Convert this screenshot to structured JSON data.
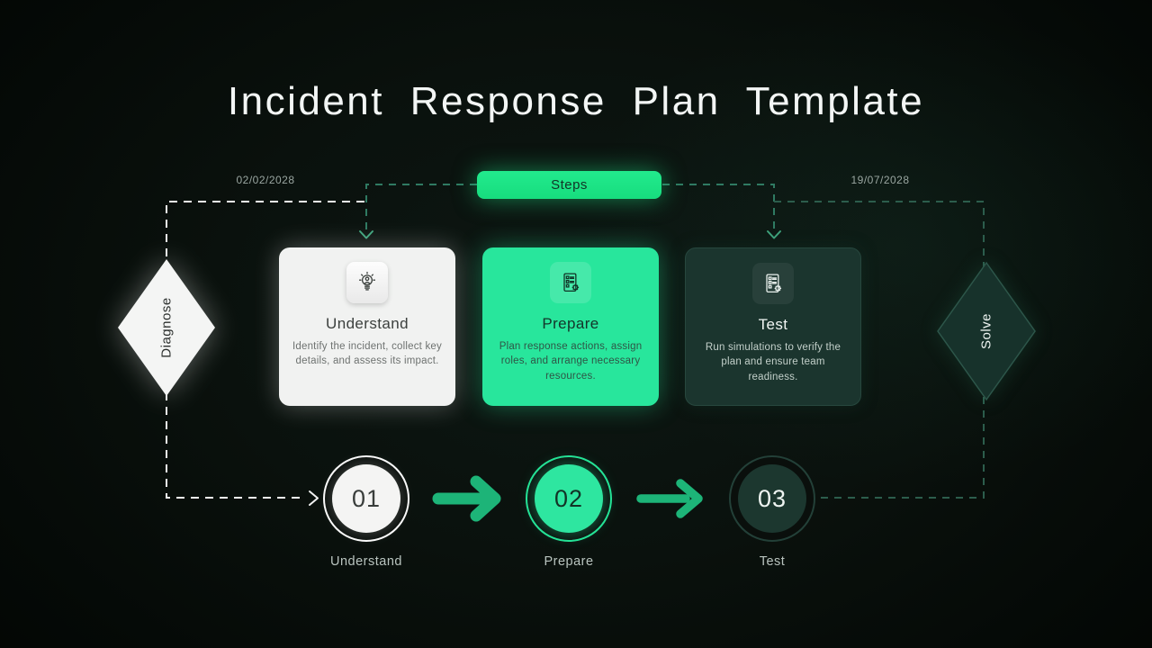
{
  "slide": {
    "title": "Incident Response Plan Template",
    "steps_badge": "Steps",
    "date_left": "02/02/2028",
    "date_right": "19/07/2028",
    "diamond_left": "Diagnose",
    "diamond_right": "Solve"
  },
  "cards": [
    {
      "title": "Understand",
      "description": "Identify the incident, collect key details, and assess its impact.",
      "icon": "idea-lightbulb-icon",
      "variant": "white"
    },
    {
      "title": "Prepare",
      "description": "Plan response actions, assign roles, and arrange necessary resources.",
      "icon": "checklist-gear-icon",
      "variant": "green"
    },
    {
      "title": "Test",
      "description": "Run simulations to verify the plan and ensure team readiness.",
      "icon": "checklist-gear-icon",
      "variant": "dark"
    }
  ],
  "timeline": [
    {
      "number": "01",
      "label": "Understand",
      "variant": "white"
    },
    {
      "number": "02",
      "label": "Prepare",
      "variant": "green"
    },
    {
      "number": "03",
      "label": "Test",
      "variant": "dark"
    }
  ],
  "colors": {
    "accent_green": "#1de786",
    "mint_green": "#2ee6a0",
    "arrow_green": "#1db478",
    "dashed_green": "#2f7a62",
    "dark_card": "#1b352e",
    "white_card": "#f1f2f1",
    "background": "#070d0a"
  }
}
